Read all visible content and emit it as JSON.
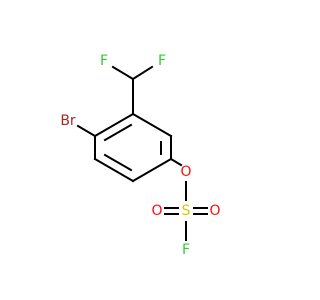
{
  "molecule": {
    "atoms": {
      "F1": "F",
      "F2": "F",
      "Br": "Br",
      "O_link": "O",
      "S": "S",
      "O_left": "O",
      "O_right": "O",
      "F_sulfonyl": "F"
    },
    "colors": {
      "bond": "#000000",
      "F": "#33CC33",
      "Br": "#A62929",
      "O": "#FF0D0D",
      "S": "#CCCC00"
    }
  }
}
